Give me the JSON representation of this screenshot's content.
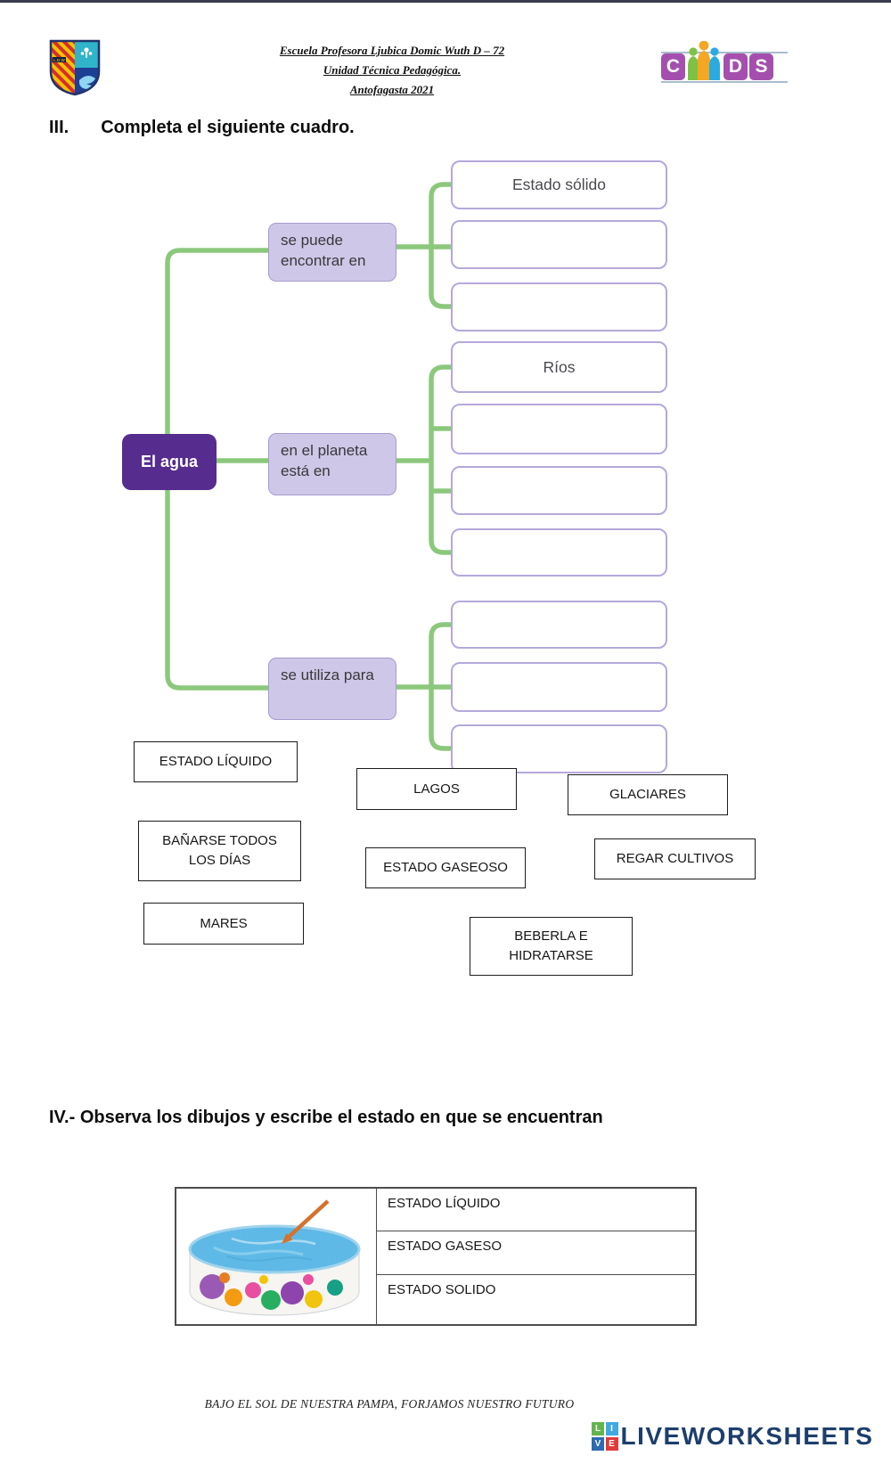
{
  "header": {
    "school_line1": "Escuela Profesora Ljubica Domic Wuth D – 72",
    "school_line2": "Unidad Técnica Pedagógica.",
    "school_line3": "Antofagasta 2021",
    "cmds_letters": {
      "c": "C",
      "d": "D",
      "s": "S"
    }
  },
  "section3": {
    "numeral": "III.",
    "title": "Completa el siguiente cuadro.",
    "diagram": {
      "root": "El agua",
      "branches": [
        {
          "label": "se puede encontrar en",
          "children": [
            "Estado sólido",
            "",
            ""
          ]
        },
        {
          "label": "en el planeta está en",
          "children": [
            "Ríos",
            "",
            "",
            ""
          ]
        },
        {
          "label": "se utiliza para",
          "children": [
            "",
            "",
            ""
          ]
        }
      ]
    },
    "word_bank": [
      "ESTADO LÍQUIDO",
      "LAGOS",
      "GLACIARES",
      "BAÑARSE TODOS LOS DÍAS",
      "ESTADO GASEOSO",
      "REGAR CULTIVOS",
      "MARES",
      "BEBERLA E HIDRATARSE"
    ]
  },
  "section4": {
    "title": "IV.- Observa los dibujos y escribe el estado en que se encuentran",
    "options": [
      "ESTADO LÍQUIDO",
      "ESTADO GASESO",
      "ESTADO SOLIDO"
    ]
  },
  "footer": {
    "motto": "BAJO EL SOL DE NUESTRA PAMPA, FORJAMOS NUESTRO FUTURO",
    "brand": "LIVEWORKSHEETS",
    "brand_icon_letters": {
      "l": "L",
      "i": "I",
      "v": "V",
      "e": "E"
    }
  },
  "colors": {
    "connector_green": "#8cc87c",
    "label_lavender": "#cfc7e7",
    "root_purple": "#562d8e",
    "child_border": "#b5a8da",
    "brand_navy": "#1d3e6d",
    "cmds_purple": "#a44fae"
  }
}
